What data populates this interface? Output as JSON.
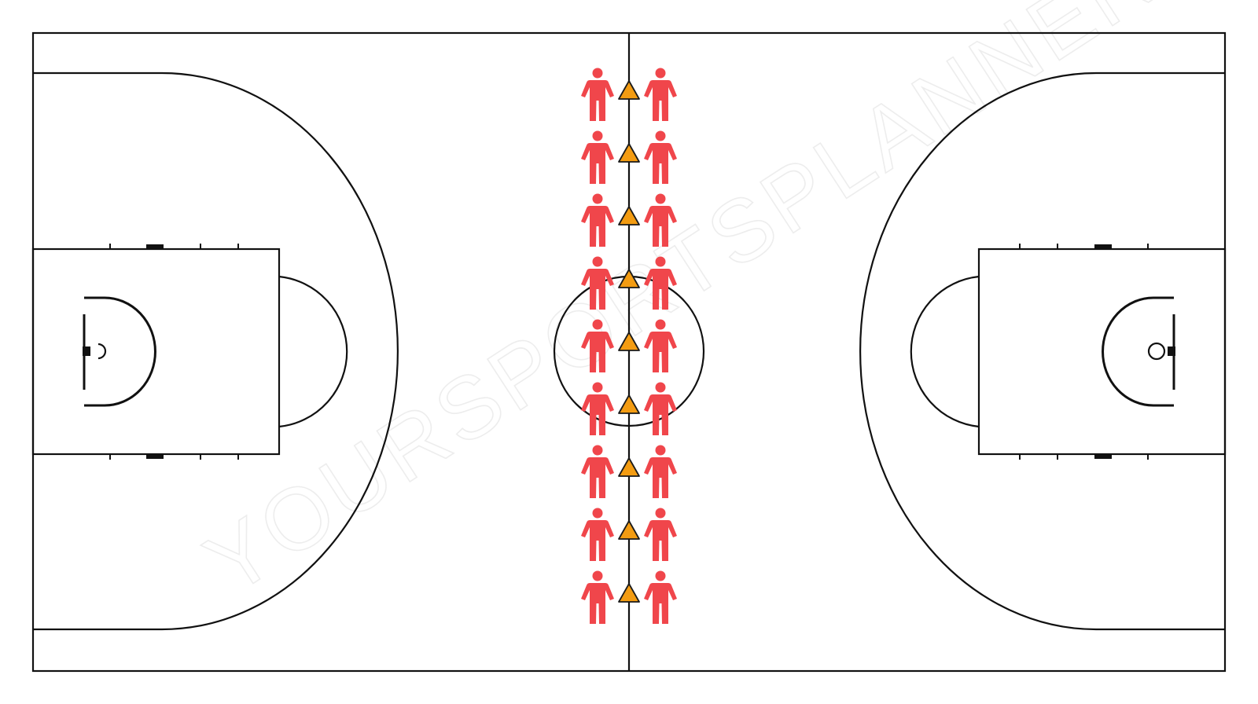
{
  "diagram": {
    "type": "basketball-court-drill",
    "watermark_text": "YOURSPORTSPLANNER",
    "colors": {
      "background": "#ffffff",
      "court_lines": "#111111",
      "player": "#f0464b",
      "cone": "#f39c12",
      "cone_outline": "#1a1a1a",
      "watermark": "#ededed"
    },
    "players": {
      "rows": 9,
      "columns": 2,
      "icon": "person-icon",
      "team": "red"
    },
    "cones": {
      "count": 9,
      "icon": "cone-icon",
      "placement": "along halfway line"
    }
  }
}
